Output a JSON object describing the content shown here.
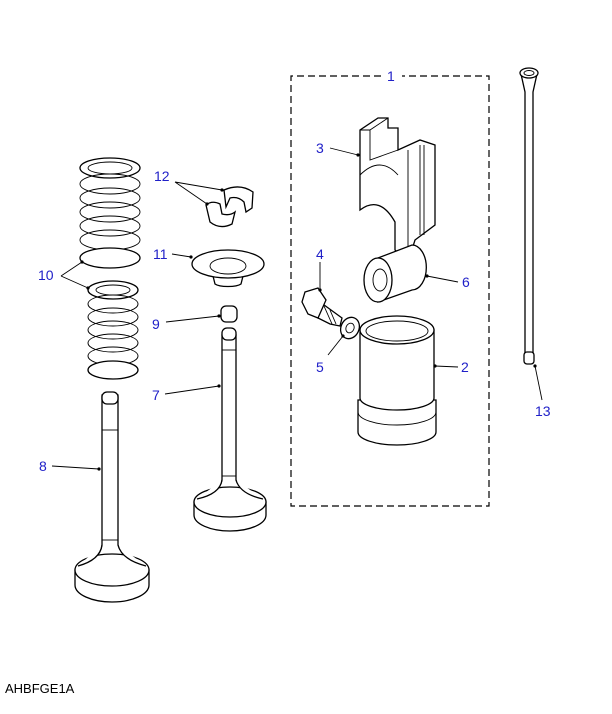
{
  "diagram": {
    "callouts": {
      "c1": "1",
      "c2": "2",
      "c3": "3",
      "c4": "4",
      "c5": "5",
      "c6": "6",
      "c7": "7",
      "c8": "8",
      "c9": "9",
      "c10": "10",
      "c11": "11",
      "c12": "12",
      "c13": "13"
    },
    "illustration_code": "AHBFGE1A",
    "colors": {
      "callout": "#2020c8",
      "line": "#000000"
    }
  }
}
